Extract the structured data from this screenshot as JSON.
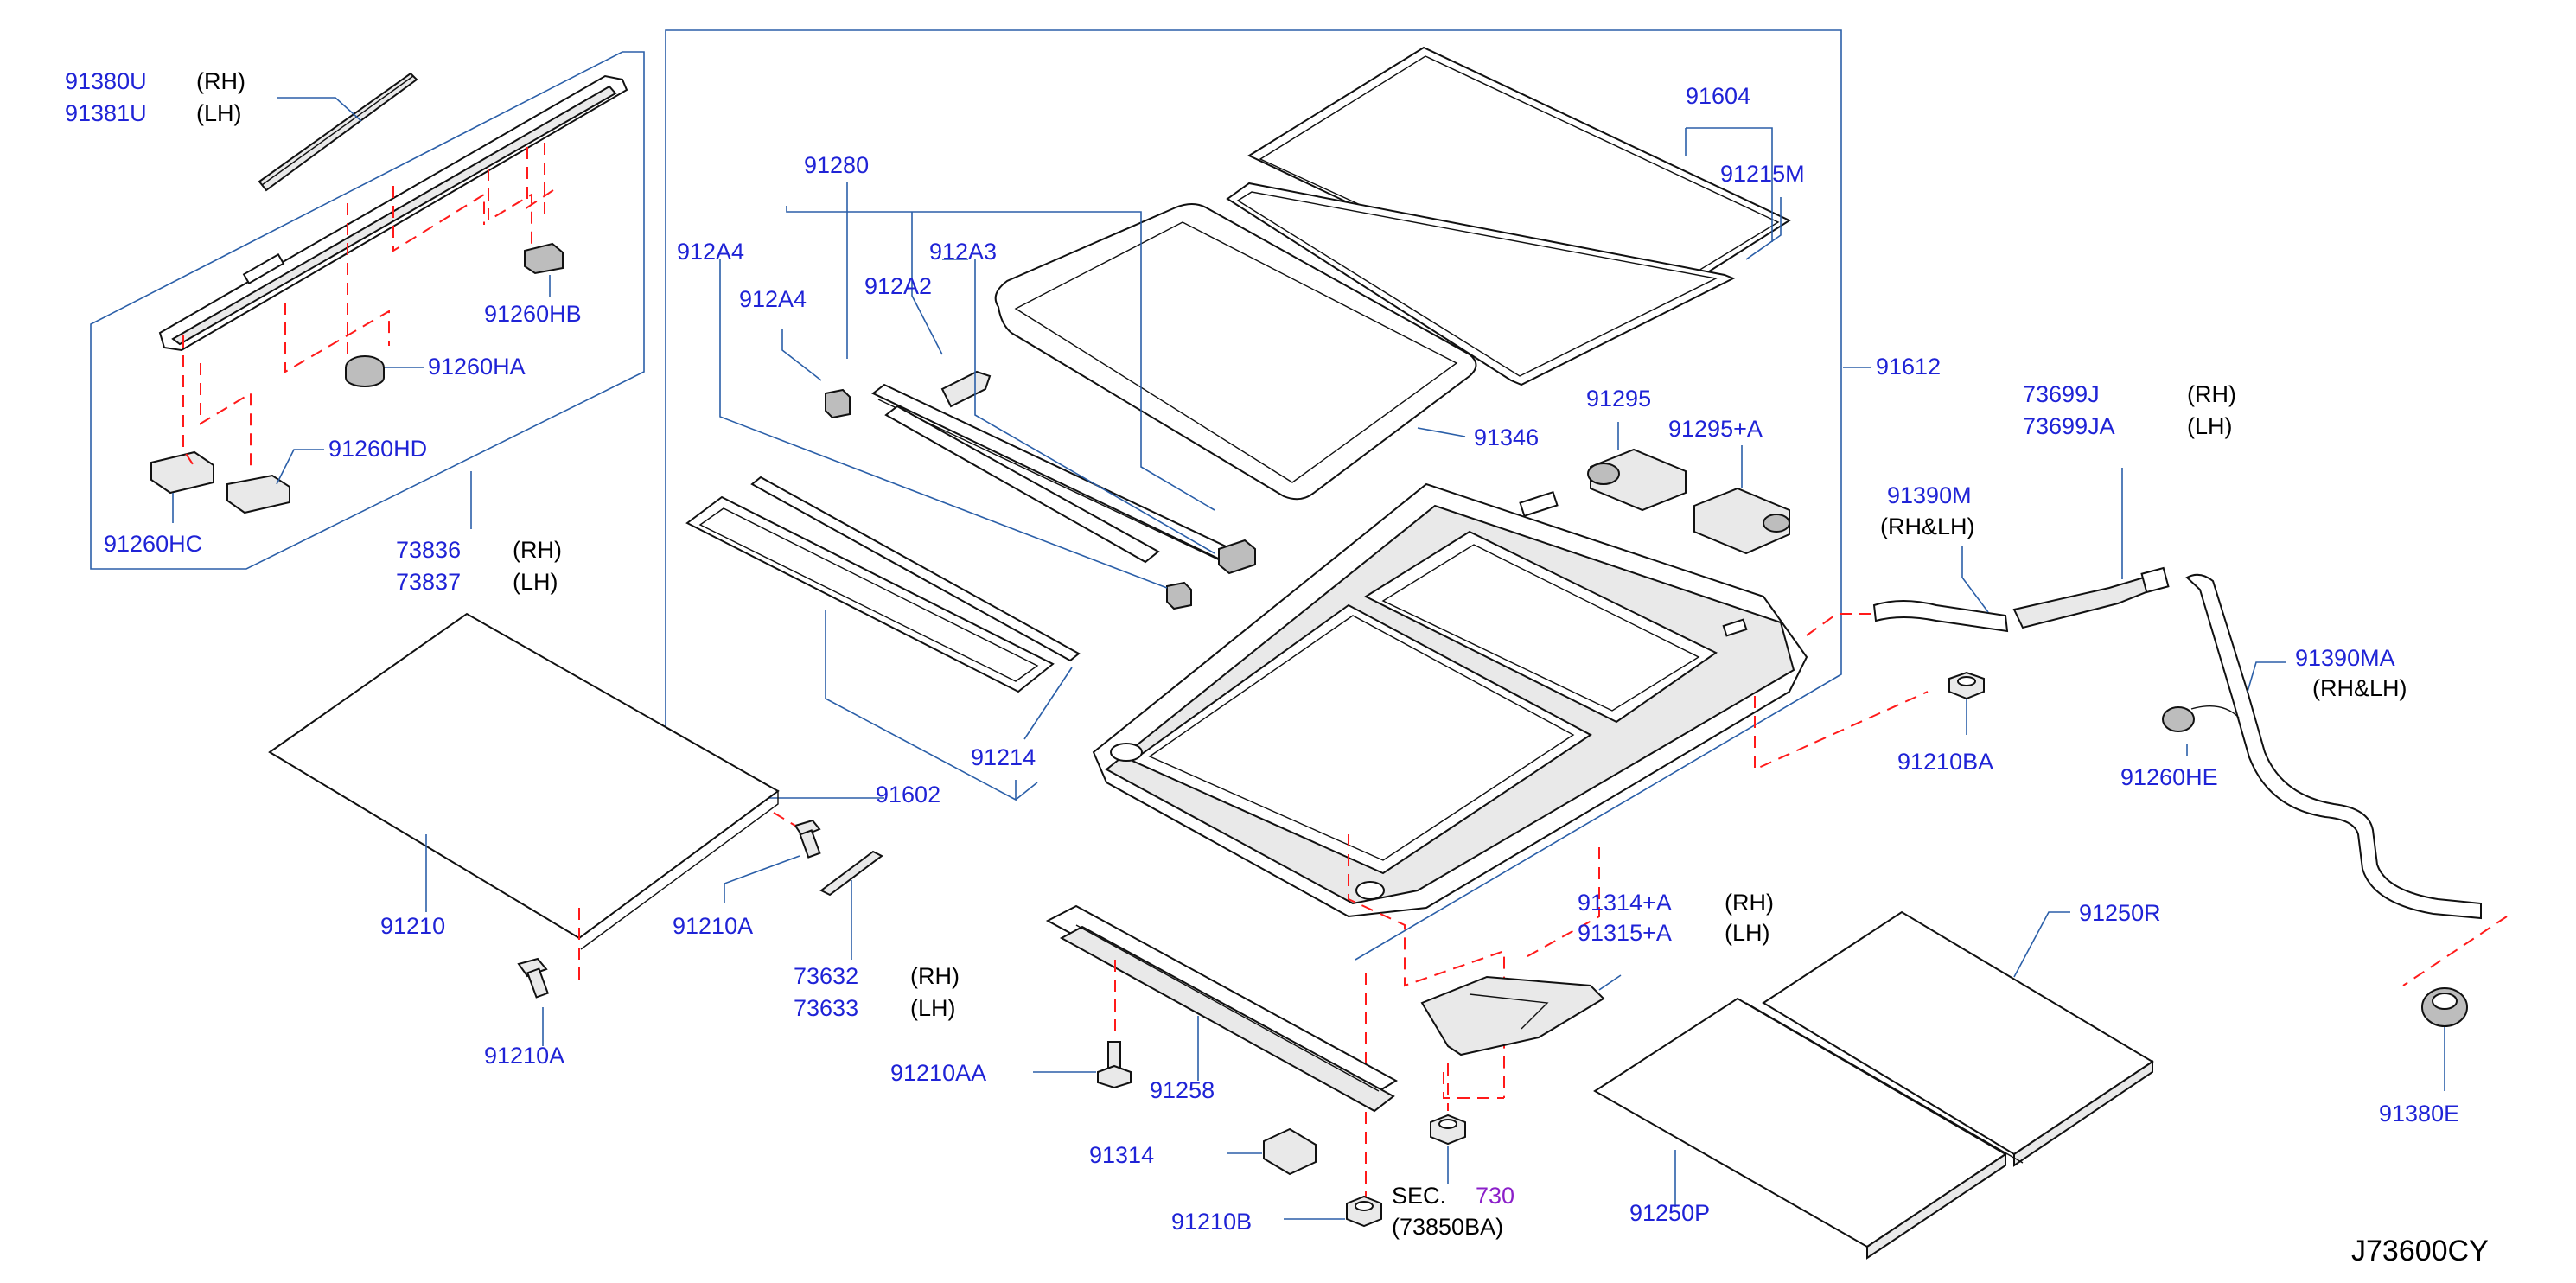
{
  "diagram_code": "J73600CY",
  "labels": {
    "p91380U": "91380U",
    "p91381U": "91381U",
    "rh1": "(RH)",
    "lh1": "(LH)",
    "p91260HB": "91260HB",
    "p91260HA": "91260HA",
    "p91260HD": "91260HD",
    "p91260HC": "91260HC",
    "p73836": "73836",
    "p73837": "73837",
    "rh2": "(RH)",
    "lh2": "(LH)",
    "p91280": "91280",
    "p912A4a": "912A4",
    "p912A3": "912A3",
    "p912A4b": "912A4",
    "p912A2": "912A2",
    "p91604": "91604",
    "p91215M": "91215M",
    "p91612": "91612",
    "p91346": "91346",
    "p91295": "91295",
    "p91295A": "91295+A",
    "p73699J": "73699J",
    "p73699JA": "73699JA",
    "rh3": "(RH)",
    "lh3": "(LH)",
    "p91390M": "91390M",
    "rhlh1": "(RH&LH)",
    "p91390MA": "91390MA",
    "rhlh2": "(RH&LH)",
    "p91210BA": "91210BA",
    "p91260HE": "91260HE",
    "p91214": "91214",
    "p91602": "91602",
    "p91210": "91210",
    "p91210A1": "91210A",
    "p91210A2": "91210A",
    "p73632": "73632",
    "p73633": "73633",
    "rh4": "(RH)",
    "lh4": "(LH)",
    "p91314A": "91314+A",
    "p91315A": "91315+A",
    "rh5": "(RH)",
    "lh5": "(LH)",
    "p91250R": "91250R",
    "p91250P": "91250P",
    "p91210AA": "91210AA",
    "p91258": "91258",
    "p91314": "91314",
    "p91210B": "91210B",
    "sec": "SEC.",
    "sec_num": "730",
    "p73850BA": "(73850BA)",
    "p91380E": "91380E"
  }
}
